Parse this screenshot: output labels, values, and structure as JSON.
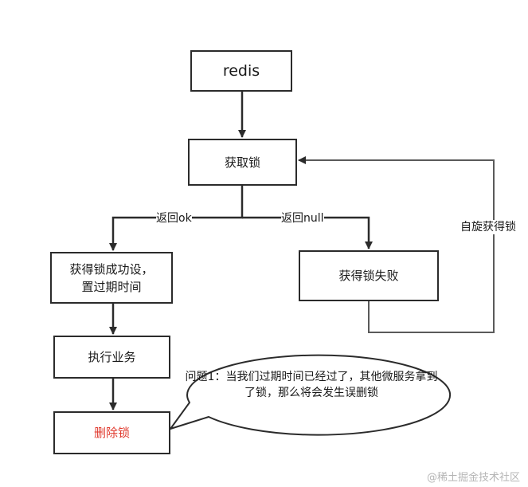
{
  "nodes": {
    "redis": "redis",
    "acquire": "获取锁",
    "success_line1": "获得锁成功设，",
    "success_line2": "置过期时间",
    "failed": "获得锁失败",
    "execute": "执行业务",
    "delete": "删除锁"
  },
  "edges": {
    "return_ok": "返回ok",
    "return_null": "返回null",
    "spin": "自旋获得锁"
  },
  "callout": {
    "text": "问题1：当我们过期时间已经过了，其他微服务拿到了锁，那么将会发生误删锁"
  },
  "watermark": "@稀土掘金技术社区",
  "colors": {
    "stroke": "#2b2b2b",
    "text": "#1a1a1a",
    "delete_text": "#e03a2e",
    "feedback_line": "#5a5a5a",
    "watermark": "#b5b5b5"
  }
}
